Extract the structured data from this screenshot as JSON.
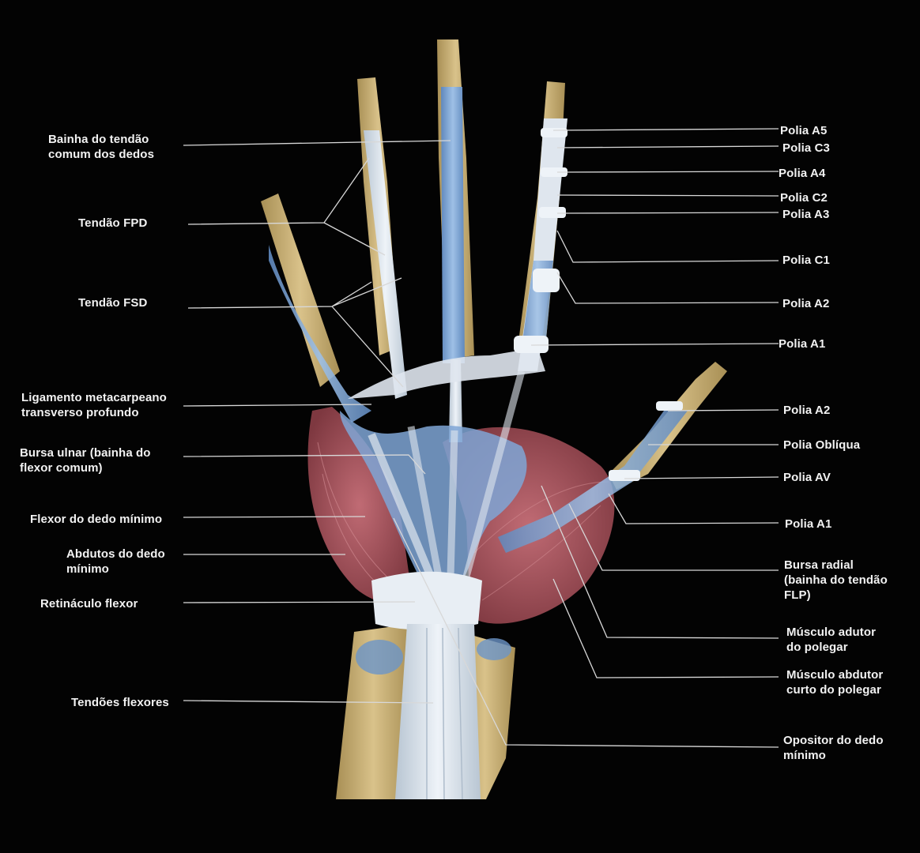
{
  "colors": {
    "background": "#030303",
    "bone": "#c9b27a",
    "tendon": "#dfe6ee",
    "sheath": "#7fa6d6",
    "muscle": "#a9545e",
    "label": "#f2f2f2"
  },
  "labels": {
    "left": {
      "bainha_tendao_comum": "Bainha do tendão\ncomum dos dedos",
      "tendao_fpd": "Tendão FPD",
      "tendao_fsd": "Tendão FSD",
      "ligamento_metacarpeano": "Ligamento metacarpeano\ntransverso profundo",
      "bursa_ulnar": "Bursa ulnar (bainha do\nflexor comum)",
      "flexor_dedo_minimo": "Flexor do dedo mínimo",
      "abdutor_dedo_minimo": "Abdutos do dedo\nmínimo",
      "retinaculo_flexor": "Retináculo flexor",
      "tendoes_flexores": "Tendões flexores"
    },
    "right": {
      "polia_a5": "Polia A5",
      "polia_c3": "Polia C3",
      "polia_a4": "Polia A4",
      "polia_c2": "Polia C2",
      "polia_a3": "Polia A3",
      "polia_c1": "Polia C1",
      "polia_a2_finger": "Polia A2",
      "polia_a1_finger": "Polia A1",
      "polia_a2_thumb": "Polia A2",
      "polia_obliqua": "Polia Oblíqua",
      "polia_av": "Polia AV",
      "polia_a1_thumb": "Polia A1",
      "bursa_radial": "Bursa radial\n(bainha do tendão\nFLP)",
      "musculo_adutor": "Músculo adutor\ndo polegar",
      "musculo_abdutor_curto": "Músculo abdutor\ncurto do polegar",
      "oponente_dedo_minimo": "Opositor do dedo\nmínimo"
    }
  }
}
